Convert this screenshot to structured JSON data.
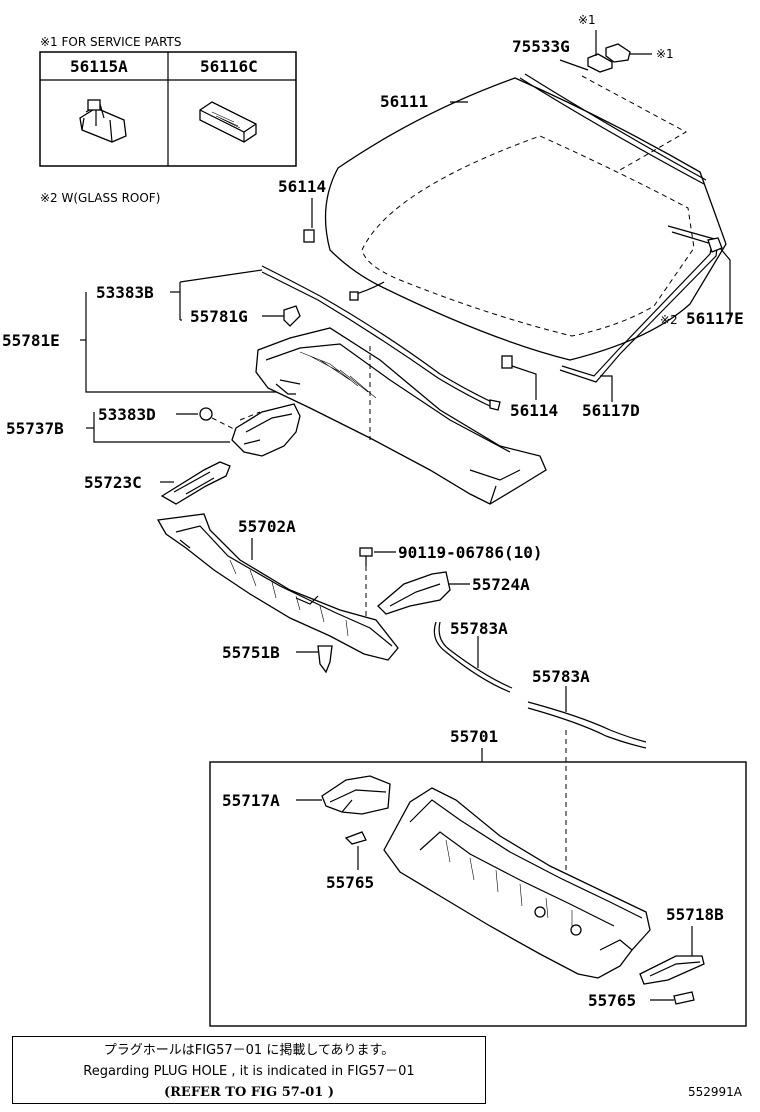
{
  "notes": {
    "service_parts": "※1 FOR SERVICE PARTS",
    "glass_roof": "※2 W(GLASS ROOF)",
    "mark1": "※1",
    "mark2": "※2"
  },
  "service_table": {
    "headers": [
      "56115A",
      "56116C"
    ]
  },
  "part_labels": {
    "p75533G": "75533G",
    "p56111": "56111",
    "p56114_top": "56114",
    "p53383B": "53383B",
    "p55781G": "55781G",
    "p55781E": "55781E",
    "p56117E": "56117E",
    "p56114_bottom": "56114",
    "p56117D": "56117D",
    "p53383D": "53383D",
    "p55737B": "55737B",
    "p55723C": "55723C",
    "p55702A": "55702A",
    "p90119": "90119-06786(10)",
    "p55724A": "55724A",
    "p55783A_1": "55783A",
    "p55751B": "55751B",
    "p55783A_2": "55783A",
    "p55701": "55701",
    "p55717A": "55717A",
    "p55765_1": "55765",
    "p55718B": "55718B",
    "p55765_2": "55765"
  },
  "notice": {
    "line1": "プラグホールはFIG57－01 に掲載してあります。",
    "line2": "Regarding PLUG HOLE , it is indicated in FIG57－01",
    "line3": "(REFER TO FIG  57-01 )"
  },
  "illustration_code": "552991A"
}
